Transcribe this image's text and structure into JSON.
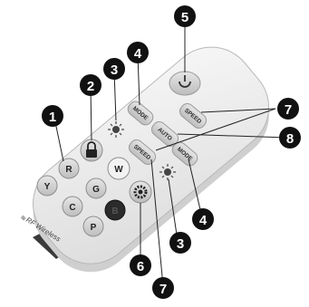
{
  "remote": {
    "brand_text": "RF Wireless",
    "color_buttons": {
      "R": "R",
      "G": "G",
      "B": "B",
      "Y": "Y",
      "C": "C",
      "P": "P",
      "W": "W"
    },
    "key_labels": {
      "mode_up": "MODE",
      "mode_down": "MODE",
      "speed_up": "SPEED",
      "speed_down": "SPEED",
      "auto": "AUTO"
    }
  },
  "callouts": {
    "c1": "1",
    "c2": "2",
    "c3a": "3",
    "c3b": "3",
    "c4a": "4",
    "c4b": "4",
    "c5": "5",
    "c6": "6",
    "c7a": "7",
    "c7b": "7",
    "c8": "8"
  },
  "colors": {
    "body": "#efefef",
    "button": "#d6d6d6",
    "callout_circle": "#111111",
    "blue_button": "#2b2b2b"
  }
}
